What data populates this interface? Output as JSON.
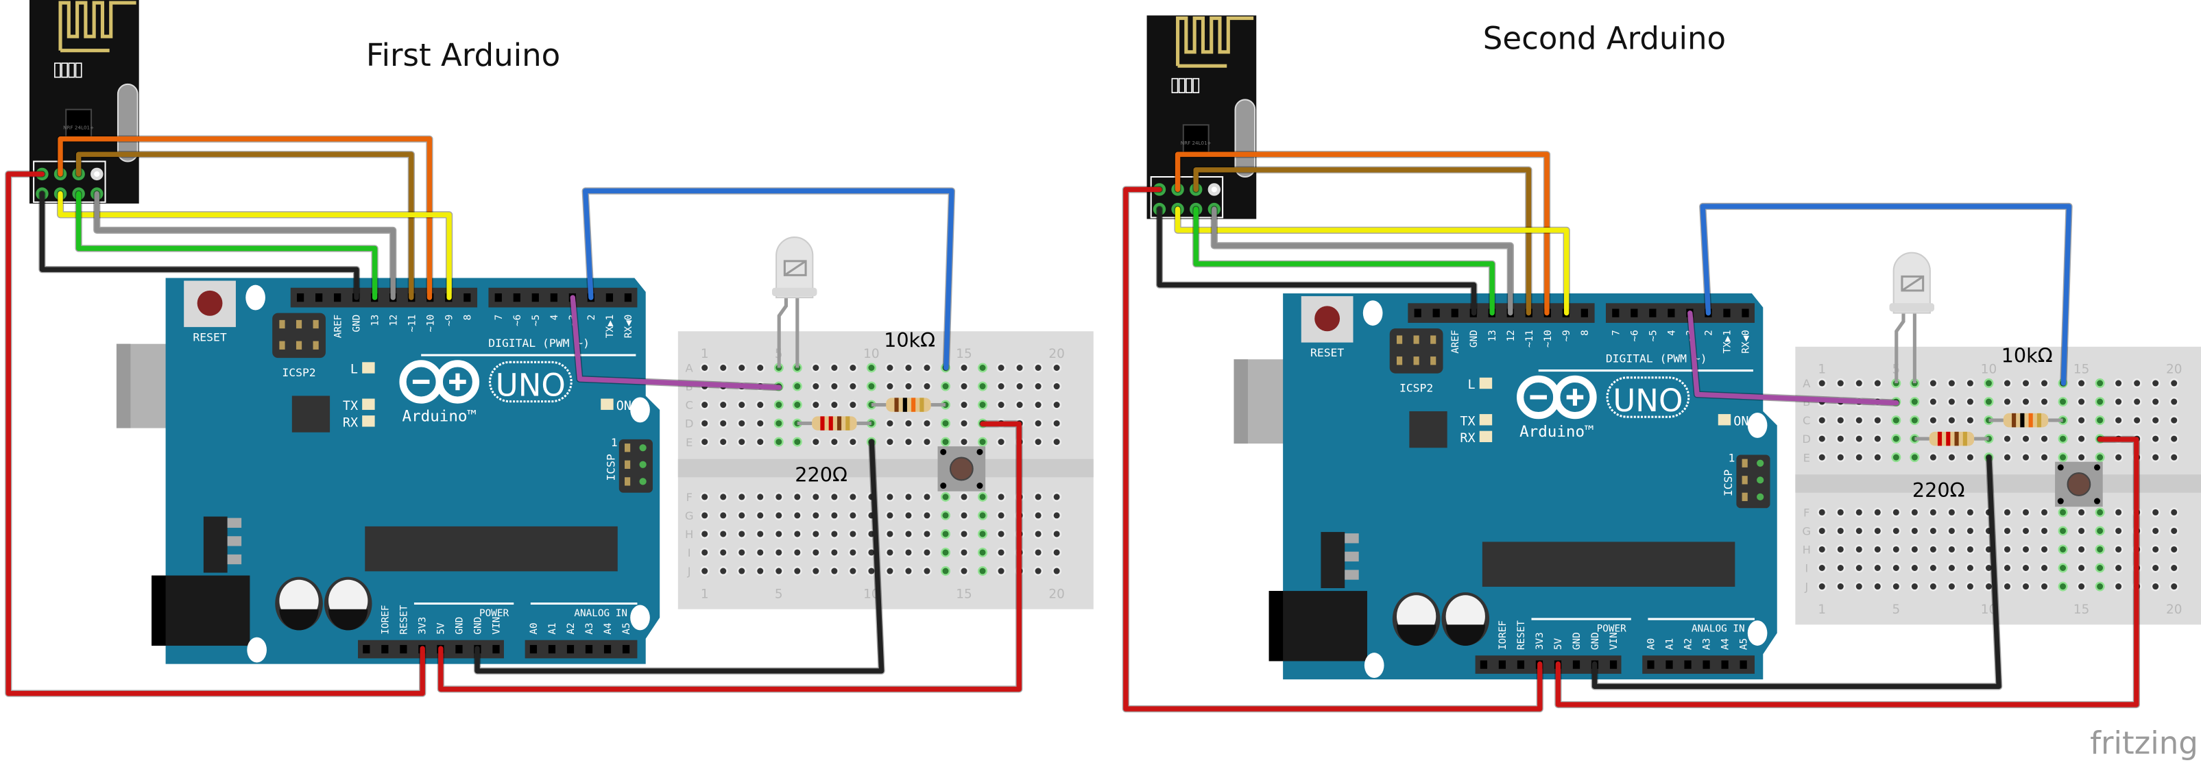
{
  "titles": [
    "First Arduino",
    "Second Arduino"
  ],
  "watermark": "fritzing",
  "resistor_labels": {
    "pullup": "10kΩ",
    "led": "220Ω"
  },
  "nrf": {
    "chip": "NRF 24L01+"
  },
  "arduino": {
    "reset": "RESET",
    "icsp2": "ICSP2",
    "digital": "DIGITAL (PWM ~)",
    "uno": "UNO",
    "brand": "Arduino™",
    "led_l": "L",
    "led_tx": "TX",
    "led_rx": "RX",
    "led_on": "ON",
    "icsp": "ICSP",
    "icsp_pin1": "1",
    "power": "POWER",
    "analog": "ANALOG IN",
    "digital_pins_a": [
      "",
      "",
      "AREF",
      "GND",
      "13",
      "12",
      "~11",
      "~10",
      "~9",
      "8"
    ],
    "digital_pins_b": [
      "7",
      "~6",
      "~5",
      "4",
      "~3",
      "2",
      "TX▶1",
      "RX◀0"
    ],
    "power_pins": [
      "",
      "IOREF",
      "RESET",
      "3V3",
      "5V",
      "GND",
      "GND",
      "VIN"
    ],
    "analog_pins": [
      "A0",
      "A1",
      "A2",
      "A3",
      "A4",
      "A5"
    ]
  },
  "breadboard": {
    "rows_top": [
      "A",
      "B",
      "C",
      "D",
      "E"
    ],
    "rows_bottom": [
      "F",
      "G",
      "H",
      "I",
      "J"
    ],
    "column_labels": [
      "1",
      "5",
      "10",
      "15",
      "20"
    ]
  },
  "colors": {
    "board": "#177699",
    "red": "#cc1414",
    "orange": "#e8650a",
    "brown": "#9a6a14",
    "yellow": "#f2ee0a",
    "gray": "#8c8c8c",
    "green": "#1fc21f",
    "black": "#222222",
    "blue": "#2a6ed0",
    "purple": "#a44ca4"
  }
}
